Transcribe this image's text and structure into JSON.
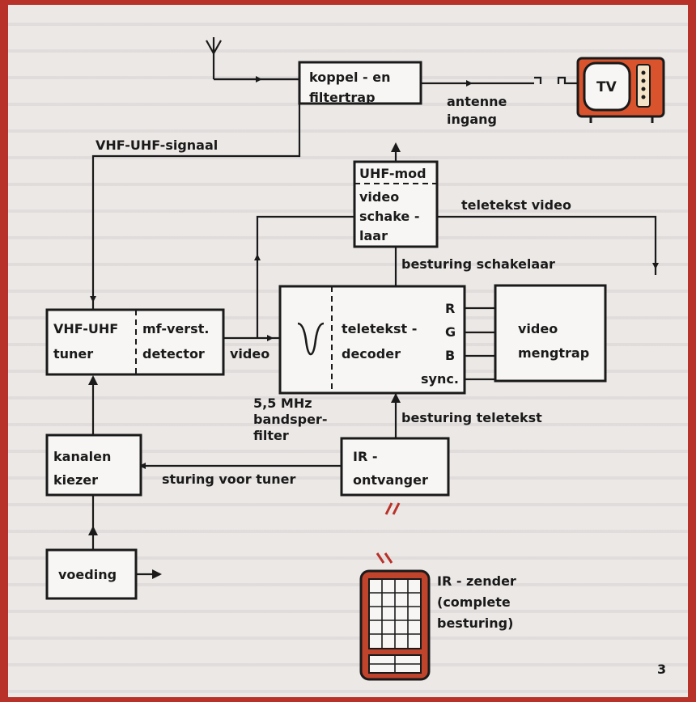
{
  "blocks": {
    "koppel": [
      "koppel - en",
      "filtertrap"
    ],
    "uhf_mod": "UHF-mod",
    "video_schakelaar": [
      "video",
      "schake -",
      "laar"
    ],
    "tuner_left": [
      "VHF-UHF",
      "tuner"
    ],
    "tuner_right": [
      "mf-verst.",
      "detector"
    ],
    "decoder": [
      "teletekst -",
      "decoder"
    ],
    "decoder_outputs": [
      "R",
      "G",
      "B",
      "sync."
    ],
    "mengtrap": [
      "video",
      "mengtrap"
    ],
    "kanalen": [
      "kanalen",
      "kiezer"
    ],
    "ir_ontvanger": [
      "IR -",
      "ontvanger"
    ],
    "voeding": "voeding",
    "tv": "TV"
  },
  "labels": {
    "antenne_ingang": [
      "antenne",
      "ingang"
    ],
    "vhf_uhf_signaal": "VHF-UHF-signaal",
    "teletekst_video": "teletekst video",
    "besturing_schakelaar": "besturing schakelaar",
    "video": "video",
    "bandsperfilter": [
      "5,5 MHz",
      "bandsper-",
      "filter"
    ],
    "besturing_teletekst": "besturing teletekst",
    "sturing_voor_tuner": "sturing voor tuner",
    "ir_zender": [
      "IR - zender",
      "(complete",
      "besturing)"
    ]
  },
  "page_number": "3",
  "colors": {
    "accent": "#b8322a",
    "tv_body": "#d9532c",
    "ink": "#1a1a1a"
  }
}
